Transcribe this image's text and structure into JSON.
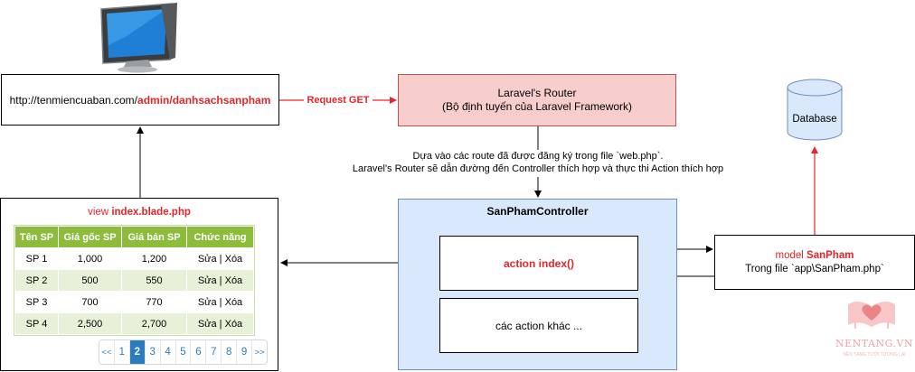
{
  "url": {
    "prefix": "http://tenmiencuaban.com/",
    "path": "admin/danhsachsanpham"
  },
  "request_label": "Request GET",
  "router": {
    "title": "Laravel's Router",
    "subtitle": "(Bộ định tuyến của Laravel Framework)"
  },
  "route_desc": {
    "line1": "Dựa vào các route đã được đăng ký trong file `web.php`.",
    "line2": "Laravel's Router sẽ dẫn đường đến Controller thích hợp và thực thi Action thích hợp"
  },
  "controller": {
    "title": "SanPhamController",
    "action_index": "action index()",
    "other_actions": "các action khác ..."
  },
  "model": {
    "prefix": "model ",
    "name": "SanPham",
    "file": "Trong file `app\\SanPham.php`"
  },
  "database": {
    "label": "Database"
  },
  "view": {
    "prefix": "view ",
    "file": "index.blade.php",
    "table": {
      "headers": [
        "Tên SP",
        "Giá gốc SP",
        "Giá bán SP",
        "Chức năng"
      ],
      "rows": [
        [
          "SP 1",
          "1,000",
          "1,200",
          "Sửa | Xóa"
        ],
        [
          "SP 2",
          "500",
          "550",
          "Sửa | Xóa"
        ],
        [
          "SP 3",
          "700",
          "770",
          "Sửa | Xóa"
        ],
        [
          "SP 4",
          "2,500",
          "2,700",
          "Sửa | Xóa"
        ]
      ]
    },
    "pagination": [
      "<<",
      "1",
      "2",
      "3",
      "4",
      "5",
      "6",
      "7",
      "8",
      "9",
      ">>"
    ],
    "pagination_active": "2"
  },
  "watermark": {
    "brand": "NENTANG.VN",
    "tagline": "NỀN TẢNG TƯỚI TƯƠNG LAI"
  },
  "icons": {
    "computer": "computer-monitor-icon",
    "database": "database-cylinder-icon",
    "logo": "heart-book-icon"
  },
  "colors": {
    "accent_red": "#e3262b",
    "router_fill": "#f8cecc",
    "controller_fill": "#dae8fc",
    "database_fill": "#dae8fc",
    "table_header": "#8dbb3c",
    "page_active": "#2b7bbf"
  }
}
